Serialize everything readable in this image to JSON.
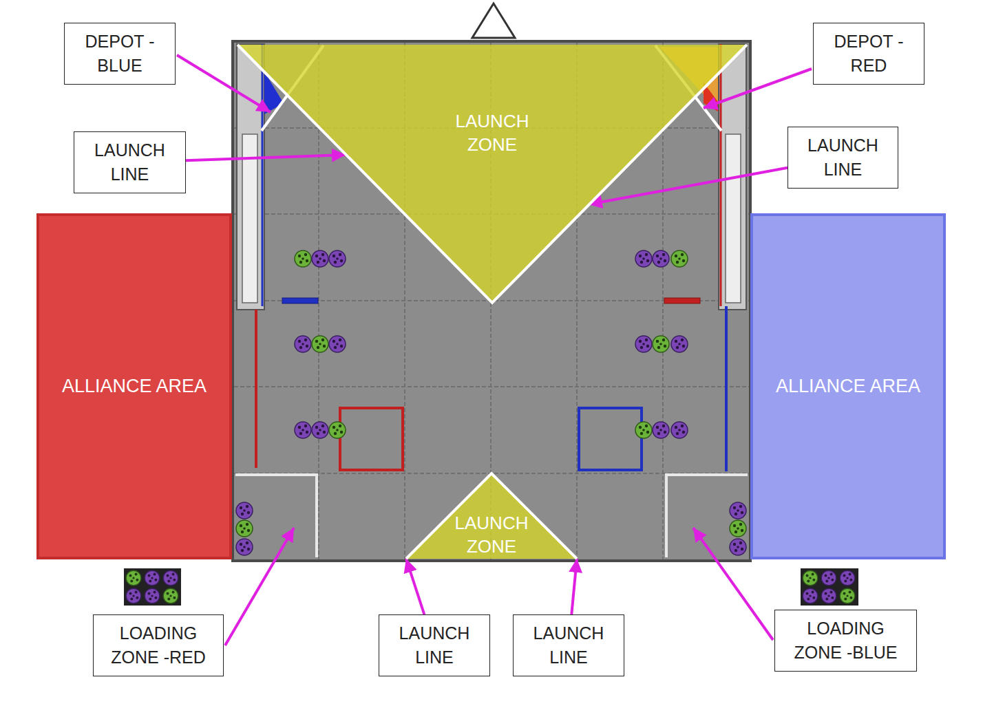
{
  "diagram": {
    "nodes": [
      {
        "text": [
          "DEPOT -BLUE"
        ]
      },
      {
        "text": [
          "DEPOT -RED"
        ]
      },
      {
        "text": [
          "LAUNCH LINE"
        ]
      },
      {
        "text": [
          "LAUNCH ZONE"
        ]
      },
      {
        "text": [
          "LAUNCH LINE"
        ]
      },
      {
        "text": [
          "ALLIANCE AREA"
        ]
      },
      {
        "text": [
          "ALLIANCE AREA"
        ]
      },
      {
        "text": [
          "LAUNCH ZONE"
        ]
      },
      {
        "text": [
          "LOADING ZONE -RED"
        ]
      },
      {
        "text": [
          "LAUNCH LINE"
        ]
      },
      {
        "text": [
          "LAUNCH LINE"
        ]
      },
      {
        "text": [
          "LOADING ZONE -BLUE"
        ]
      }
    ],
    "edges": [
      {
        "from": 2,
        "to": 3,
        "arrow": "to"
      },
      {
        "from": 4,
        "to": 3,
        "arrow": "to"
      },
      {
        "from": 9,
        "to": 7,
        "arrow": "to"
      },
      {
        "from": 10,
        "to": 7,
        "arrow": "to"
      }
    ]
  }
}
